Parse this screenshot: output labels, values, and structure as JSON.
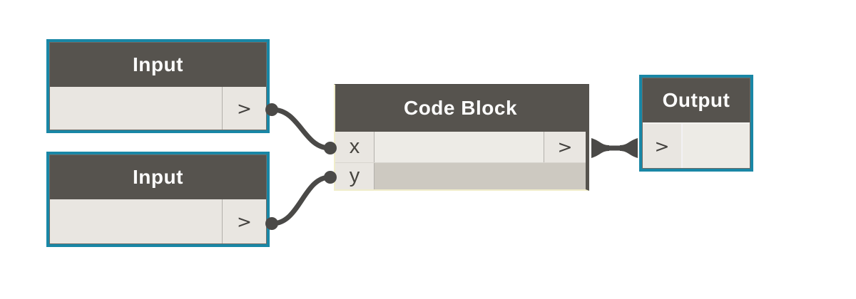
{
  "colors": {
    "teal": "#1987a6",
    "node_outline": "#6e6b66",
    "header": "#56534e",
    "header_text": "#fcfcfc",
    "body": "#e9e6e1",
    "body_light": "#edebe6",
    "row_dark": "#cdc9c1",
    "divider": "#b3b0ab",
    "pale_border": "#f0edca",
    "wire": "#4a4947",
    "port_text": "#46443f",
    "canvas_bg": "#ffffff"
  },
  "nodes": {
    "input_top": {
      "title": "Input",
      "value": "",
      "output_port_glyph": ">"
    },
    "input_bottom": {
      "title": "Input",
      "value": "",
      "output_port_glyph": ">"
    },
    "code_block": {
      "title": "Code Block",
      "input_ports": [
        "x",
        "y"
      ],
      "code_value": "",
      "output_port_glyph": ">"
    },
    "output": {
      "title": "Output",
      "input_port_glyph": ">",
      "value": ""
    }
  },
  "connections": [
    {
      "from": "input_top.output",
      "to": "code_block.x"
    },
    {
      "from": "input_bottom.output",
      "to": "code_block.y"
    },
    {
      "from": "code_block.output",
      "to": "output.input"
    }
  ]
}
